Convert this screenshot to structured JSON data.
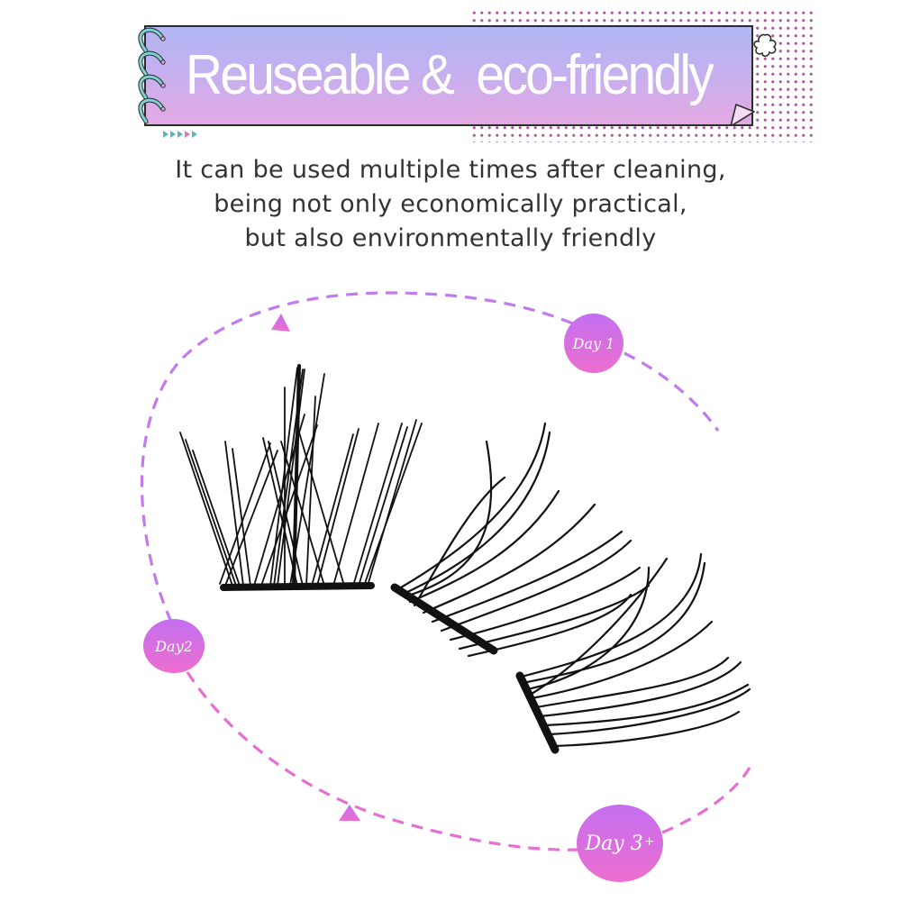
{
  "banner": {
    "title": "Reuseable &  eco-friendly",
    "decorations": [
      "spiral-rings",
      "flower-sticker",
      "page-curl",
      "polka-dot-backdrop",
      "triangle-arrows"
    ],
    "colors": {
      "gradient_top": "#b1b6f4",
      "gradient_bottom": "#e4a9e3",
      "dots": "#b0569f",
      "rings": "#7fd0cf",
      "border": "#2c2c2c"
    }
  },
  "description": {
    "lines": [
      "It can be used multiple times after cleaning,",
      "being not only economically practical,",
      "but also environmentally friendly"
    ]
  },
  "cycle": {
    "badges": [
      {
        "label": "Day 1",
        "sup": ""
      },
      {
        "label": "Day2",
        "sup": ""
      },
      {
        "label": "Day 3",
        "sup": "+"
      }
    ],
    "colors": {
      "badge_top": "#c46ff0",
      "badge_bottom": "#ec6ecf",
      "dash_upper": "#c27aec",
      "dash_lower": "#e56fd3"
    }
  },
  "product": {
    "items": [
      "cluster-lash-fan",
      "cluster-lash-strip",
      "cluster-lash-strip"
    ]
  }
}
